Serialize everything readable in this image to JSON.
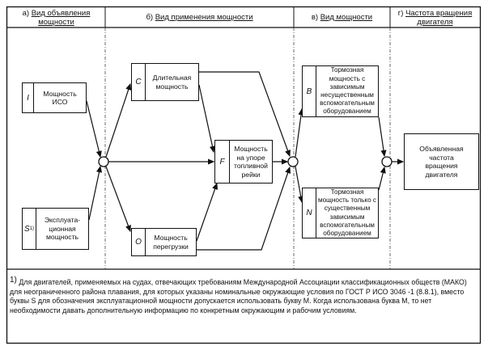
{
  "headers": {
    "a": {
      "prefix": "а)",
      "title": "Вид объявления мощности"
    },
    "b": {
      "prefix": "б)",
      "title": "Вид применения мощности"
    },
    "v": {
      "prefix": "в)",
      "title": "Вид мощности"
    },
    "g": {
      "prefix": "г)",
      "title": "Частота вращения двигателя"
    }
  },
  "boxes": {
    "I": {
      "letter": "I",
      "text": "Мощность ИСО"
    },
    "S": {
      "letter": "S",
      "sup": "1)",
      "text": "Эксплуата-ционная мощность"
    },
    "C": {
      "letter": "C",
      "text": "Длительная мощность"
    },
    "F": {
      "letter": "F",
      "text": "Мощность на упоре топливной рейки"
    },
    "O": {
      "letter": "O",
      "text": "Мощность перегрузки"
    },
    "B": {
      "letter": "B",
      "text": "Тормозная мощность с зависимым несущественным вспомогательным оборудованием"
    },
    "N": {
      "letter": "N",
      "text": "Тормозная мощность только с существенным зависимым вспомогательным оборудованием"
    },
    "speed": {
      "text": "Объявленная частота вращения двигателя"
    }
  },
  "footnote": {
    "marker": "1)",
    "text": "Для двигателей, применяемых на судах, отвечающих требованиям Международной Ассоциации классификационных обществ (МАКО) для неограниченного района плавания, для которых указаны номинальные окружающие условия по ГОСТ Р ИСО 3046 -1 (8.8.1), вместо буквы S для обозначения эксплуатационной мощности допускается использовать букву M. Когда использована буква M, то нет необходимости давать дополнительную информацию по конкретным окружающим и рабочим условиям."
  }
}
